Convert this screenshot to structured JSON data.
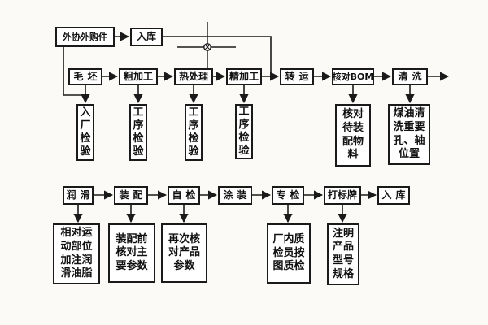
{
  "colors": {
    "line": "#1a1a1a",
    "box_fill": "#ffffff",
    "background": "#fbfaf7"
  },
  "cursor": {
    "type": "cad-crosshair-cursor"
  },
  "top_row": {
    "outsourced_parts": "外协外购件",
    "warehouse_in": "入库"
  },
  "machining_row": {
    "steps": [
      "毛坯",
      "粗加工",
      "热处理",
      "精加工",
      "转运",
      "核对BOM",
      "清洗"
    ],
    "notes": [
      "入厂检验",
      "工序检验",
      "工序检验",
      "工序检验",
      "核对待装配物料",
      "煤油清洗重要孔、轴位置"
    ]
  },
  "assembly_row": {
    "steps": [
      "润滑",
      "装配",
      "自检",
      "涂装",
      "专检",
      "打标牌",
      "入库"
    ],
    "notes": [
      "相对运动部位加注润滑油脂",
      "装配前核对主要参数",
      "再次核对产品参数",
      "厂内质检员按图质检",
      "注明产品型号规格"
    ]
  }
}
